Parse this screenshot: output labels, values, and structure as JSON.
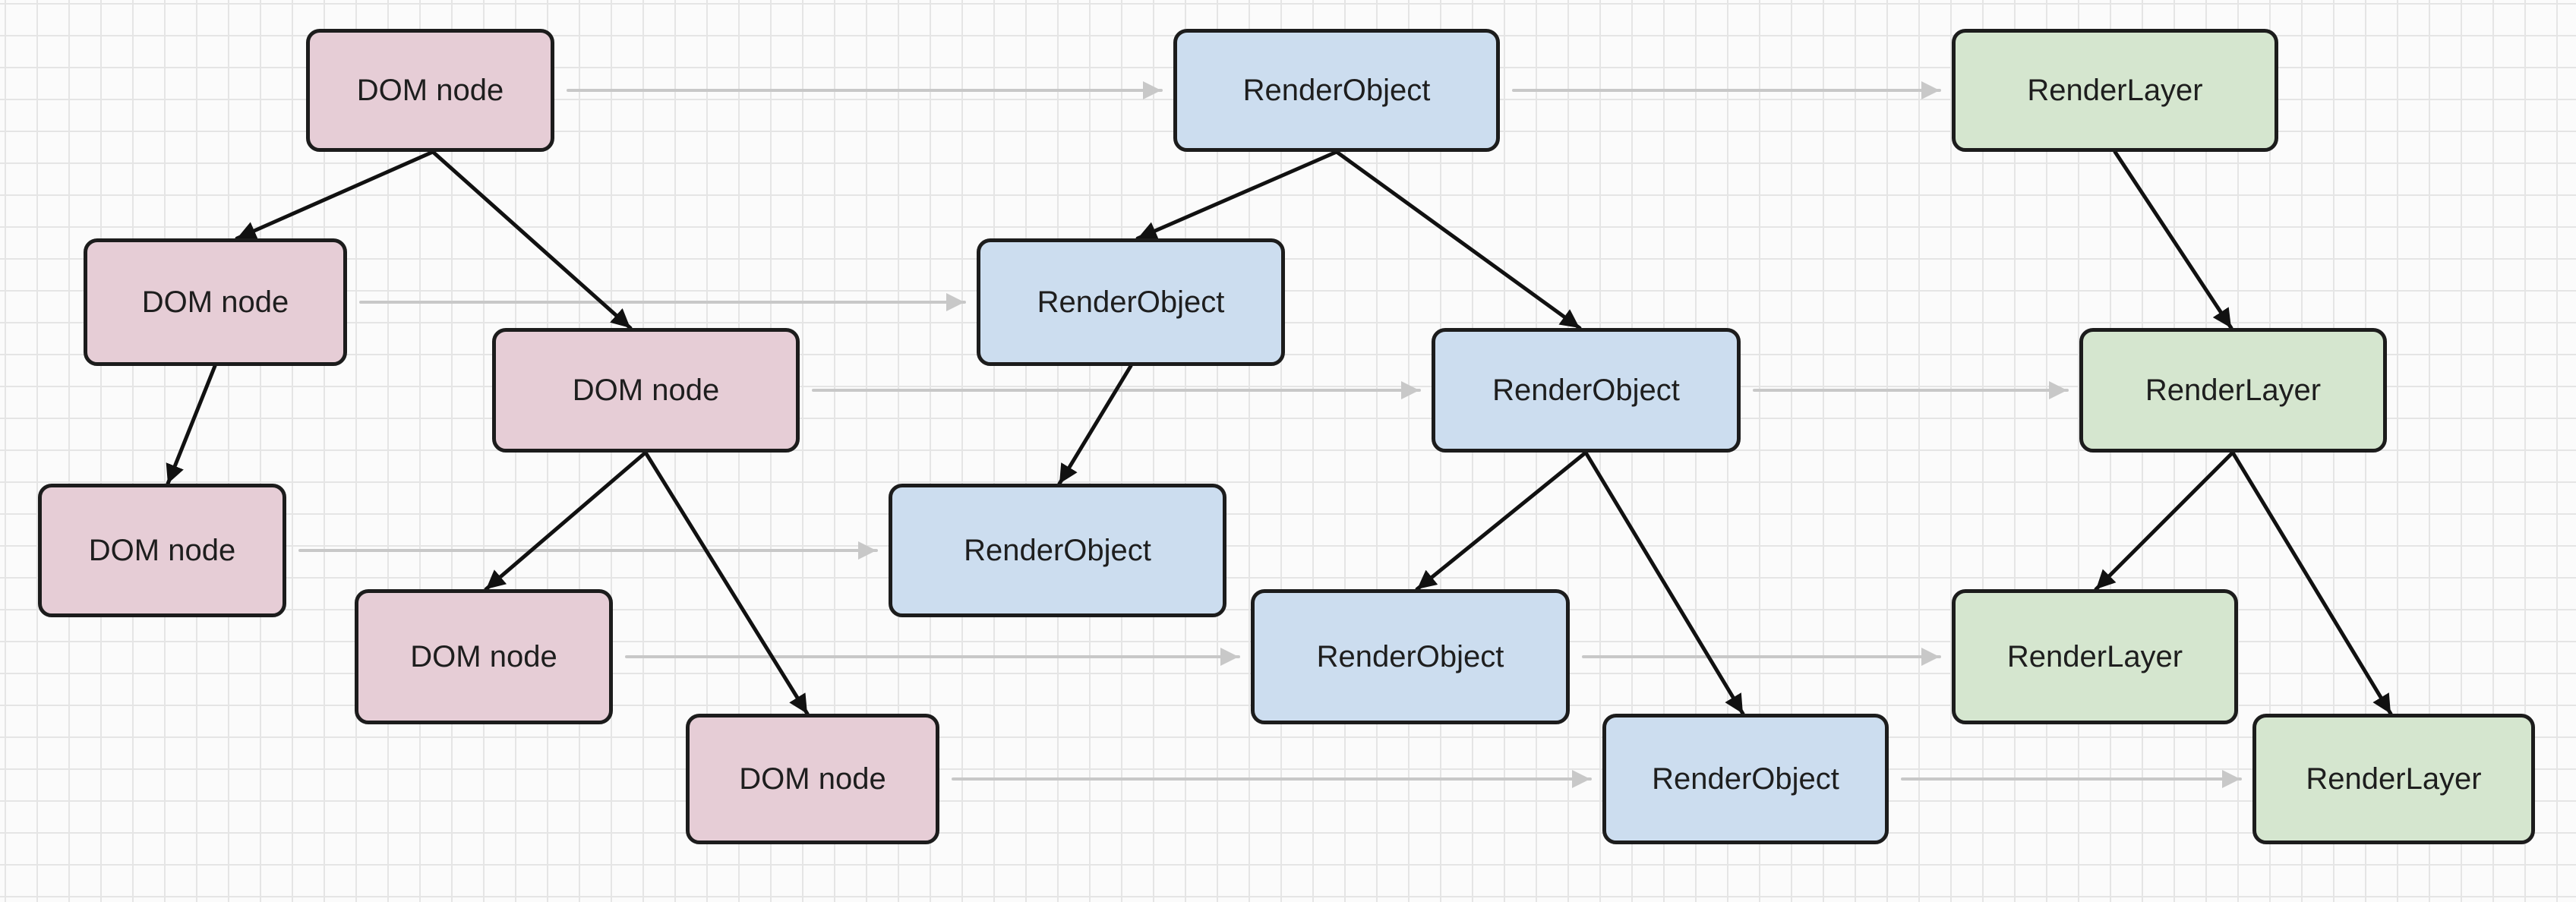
{
  "colors": {
    "dom_fill": "#e6cdd6",
    "render_object_fill": "#ccddef",
    "render_layer_fill": "#d5e6cf",
    "node_border": "#1c1c1c",
    "tree_edge": "#111111",
    "mapping_edge": "#c8c8c8",
    "grid_line": "#e5e5e5"
  },
  "nodes": {
    "dom": [
      {
        "id": "d1",
        "label": "DOM node"
      },
      {
        "id": "d2",
        "label": "DOM node"
      },
      {
        "id": "d3",
        "label": "DOM node"
      },
      {
        "id": "d4",
        "label": "DOM node"
      },
      {
        "id": "d5",
        "label": "DOM node"
      },
      {
        "id": "d6",
        "label": "DOM node"
      }
    ],
    "render_objects": [
      {
        "id": "r1",
        "label": "RenderObject"
      },
      {
        "id": "r2",
        "label": "RenderObject"
      },
      {
        "id": "r3",
        "label": "RenderObject"
      },
      {
        "id": "r4",
        "label": "RenderObject"
      },
      {
        "id": "r5",
        "label": "RenderObject"
      },
      {
        "id": "r6",
        "label": "RenderObject"
      }
    ],
    "render_layers": [
      {
        "id": "l1",
        "label": "RenderLayer"
      },
      {
        "id": "l2",
        "label": "RenderLayer"
      },
      {
        "id": "l3",
        "label": "RenderLayer"
      },
      {
        "id": "l4",
        "label": "RenderLayer"
      }
    ]
  },
  "tree_edges": [
    [
      "d1",
      "d2"
    ],
    [
      "d1",
      "d3"
    ],
    [
      "d2",
      "d4"
    ],
    [
      "d3",
      "d5"
    ],
    [
      "d3",
      "d6"
    ],
    [
      "r1",
      "r2"
    ],
    [
      "r1",
      "r3"
    ],
    [
      "r2",
      "r4"
    ],
    [
      "r3",
      "r5"
    ],
    [
      "r3",
      "r6"
    ],
    [
      "l1",
      "l2"
    ],
    [
      "l2",
      "l3"
    ],
    [
      "l2",
      "l4"
    ]
  ],
  "mapping_edges": [
    [
      "d1",
      "r1"
    ],
    [
      "d2",
      "r2"
    ],
    [
      "d3",
      "r3"
    ],
    [
      "d4",
      "r4"
    ],
    [
      "d5",
      "r5"
    ],
    [
      "d6",
      "r6"
    ],
    [
      "r1",
      "l1"
    ],
    [
      "r3",
      "l2"
    ],
    [
      "r5",
      "l3"
    ],
    [
      "r6",
      "l4"
    ]
  ]
}
